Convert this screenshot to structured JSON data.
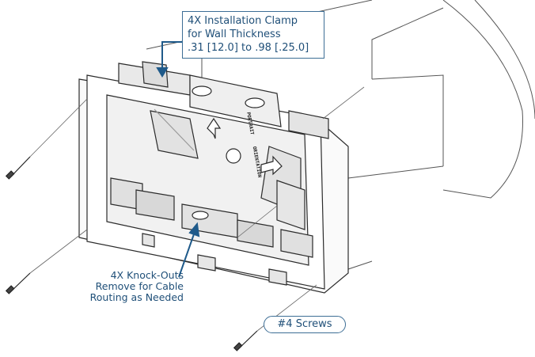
{
  "callouts": {
    "clamp": {
      "line1": "4X Installation Clamp",
      "line2": "for Wall Thickness",
      "line3": ".31 [12.0] to .98 [.25.0]"
    },
    "knockouts": {
      "line1": "4X Knock-Outs",
      "line2": "Remove for Cable",
      "line3": "Routing as Needed"
    },
    "screws": "#4 Screws"
  },
  "box_markings": {
    "orientation_1": "PORTRAIT",
    "orientation_2": "ORIENTATION"
  },
  "colors": {
    "callout_text": "#1f4f78",
    "callout_border": "#3d6e95",
    "arrow": "#1f5a8a",
    "line": "#2b2b2b"
  }
}
